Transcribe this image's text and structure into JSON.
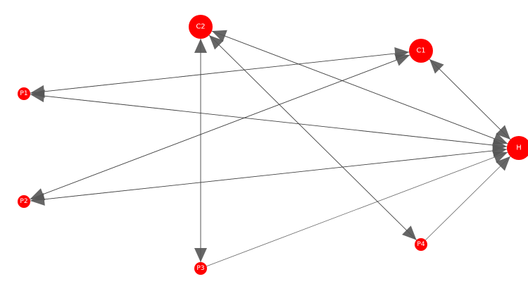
{
  "graph": {
    "node_color": "#ff0000",
    "edge_color": "#333333",
    "arrow_color": "#555555",
    "nodes": [
      {
        "id": "C2",
        "label": "C2",
        "size": "large"
      },
      {
        "id": "C1",
        "label": "C1",
        "size": "large"
      },
      {
        "id": "P1",
        "label": "P1",
        "size": "small"
      },
      {
        "id": "H",
        "label": "H",
        "size": "large"
      },
      {
        "id": "P2",
        "label": "P2",
        "size": "small"
      },
      {
        "id": "P4",
        "label": "P4",
        "size": "small"
      },
      {
        "id": "P3",
        "label": "P3",
        "size": "small"
      }
    ],
    "edges": [
      {
        "from": "P1",
        "to": "C1"
      },
      {
        "from": "C1",
        "to": "P1"
      },
      {
        "from": "H",
        "to": "P1"
      },
      {
        "from": "P1",
        "to": "H"
      },
      {
        "from": "P2",
        "to": "C1"
      },
      {
        "from": "C1",
        "to": "P2"
      },
      {
        "from": "H",
        "to": "P2"
      },
      {
        "from": "P2",
        "to": "H"
      },
      {
        "from": "C2",
        "to": "P3"
      },
      {
        "from": "P3",
        "to": "C2"
      },
      {
        "from": "C2",
        "to": "P4"
      },
      {
        "from": "P4",
        "to": "C2"
      },
      {
        "from": "C2",
        "to": "H"
      },
      {
        "from": "H",
        "to": "C2"
      },
      {
        "from": "C1",
        "to": "H"
      },
      {
        "from": "H",
        "to": "C1"
      },
      {
        "from": "P3",
        "to": "H"
      },
      {
        "from": "P4",
        "to": "H"
      }
    ]
  }
}
